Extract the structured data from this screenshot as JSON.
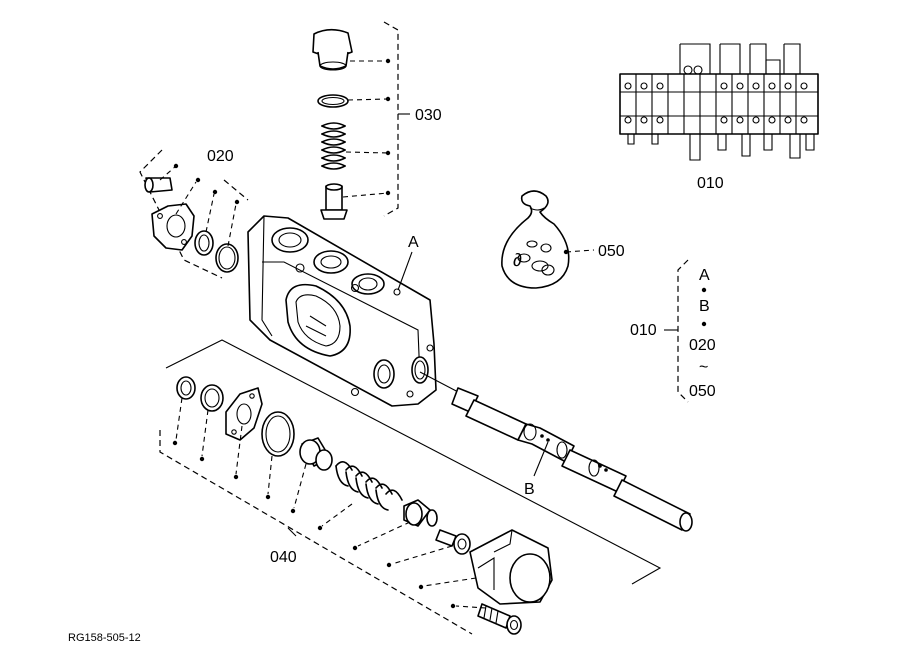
{
  "callouts": {
    "c030": "030",
    "c020": "020",
    "c010_top": "010",
    "c050": "050",
    "c010_side": "010",
    "c040": "040",
    "lA": "A",
    "lB": "B"
  },
  "legend": {
    "lines": [
      "A",
      "B",
      "020",
      "~",
      "050"
    ]
  },
  "drawing_code": "RG158-505-12"
}
